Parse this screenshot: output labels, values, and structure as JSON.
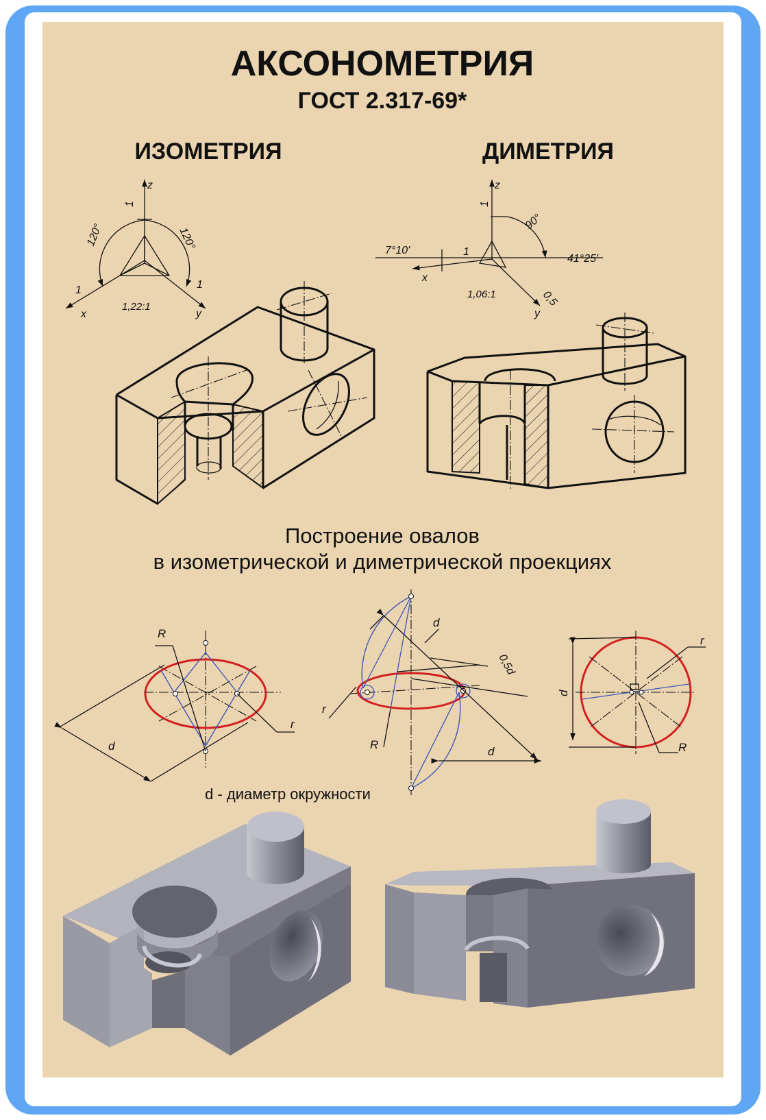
{
  "poster": {
    "title": "АКСОНОМЕТРИЯ",
    "subtitle": "ГОСТ 2.317-69*",
    "colors": {
      "frame": "#5fa6f5",
      "panel": "#ebd5b1",
      "ellipse": "#d22020",
      "construction": "#3d54b8",
      "solid_light": "#b0b0bc",
      "solid_mid": "#8f8f9a",
      "solid_dark": "#6c6c78"
    }
  },
  "isometry": {
    "heading": "ИЗОМЕТРИЯ",
    "axis_z": "z",
    "axis_x": "x",
    "axis_y": "y",
    "angle_left": "120°",
    "angle_right": "120°",
    "coef_z": "1",
    "coef_x": "1",
    "coef_y": "1",
    "scale": "1,22:1"
  },
  "dimetry": {
    "heading": "ДИМЕТРИЯ",
    "axis_z": "z",
    "axis_x": "x",
    "axis_y": "y",
    "angle_right": "90°",
    "angle_x": "7°10'",
    "angle_y": "41°25'",
    "coef_z": "1",
    "coef_x": "1",
    "coef_y": "0,5",
    "scale": "1,06:1"
  },
  "ovals": {
    "heading_line1": "Построение овалов",
    "heading_line2": "в изометрической и диметрической проекциях",
    "left": {
      "R": "R",
      "r": "r",
      "d": "d"
    },
    "middle": {
      "d_top": "d",
      "half_d": "0,5d",
      "r": "r",
      "R": "R",
      "d_bottom": "d"
    },
    "right": {
      "d": "d",
      "r": "r",
      "R": "R"
    },
    "note": "d - диаметр окружности"
  }
}
